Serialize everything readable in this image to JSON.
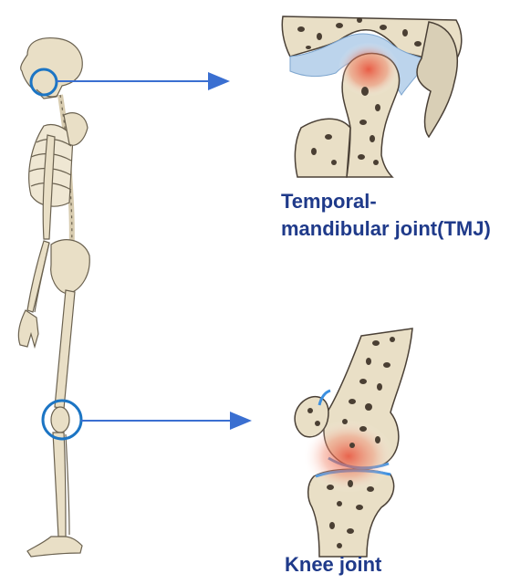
{
  "labels": {
    "tmj_line1": "Temporal-",
    "tmj_line2": "mandibular joint(TMJ)",
    "knee": "Knee joint"
  },
  "colors": {
    "bone": "#e9dfc6",
    "bone_outline": "#6b6250",
    "bone_spots": "#4a3f33",
    "highlight_circle": "#1c75c4",
    "arrow": "#3a6fd1",
    "label_text": "#1f3a8a",
    "inflammation": "#e8452f",
    "cartilage": "#3b8fe0"
  },
  "icons": [
    "skeleton-side-view",
    "tmj-cross-section",
    "knee-cross-section"
  ]
}
